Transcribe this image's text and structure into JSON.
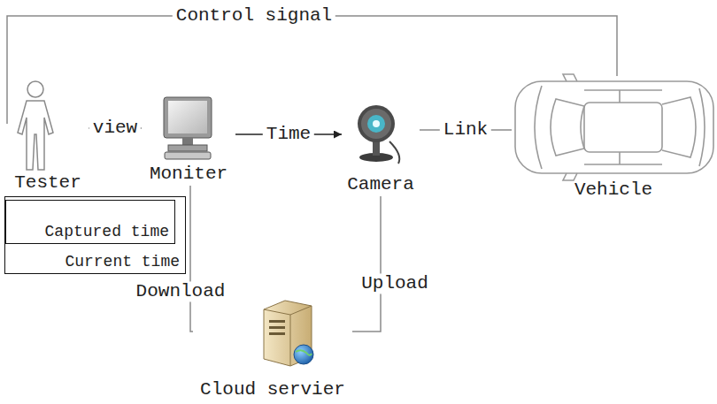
{
  "diagram": {
    "nodes": [
      {
        "text": [
          "Tester"
        ]
      },
      {
        "text": [
          "Moniter"
        ]
      },
      {
        "text": [
          "Camera"
        ]
      },
      {
        "text": [
          "Vehicle"
        ]
      },
      {
        "text": [
          "Current time"
        ]
      },
      {
        "text": [
          "Captured time"
        ],
        "in": 4
      },
      {
        "text": [
          "Cloud servier"
        ]
      }
    ],
    "edges": [
      {
        "from": 0,
        "to": 3,
        "arrow": "none",
        "label": "Control signal"
      },
      {
        "from": 0,
        "to": 1,
        "arrow": "none",
        "label": "view"
      },
      {
        "from": 1,
        "to": 2,
        "arrow": "to",
        "label": "Time"
      },
      {
        "from": 2,
        "to": 3,
        "arrow": "none",
        "label": "Link"
      },
      {
        "from": 2,
        "to": 6,
        "arrow": "none",
        "label": "Upload"
      },
      {
        "from": 6,
        "to": 1,
        "arrow": "none",
        "label": "Download"
      }
    ]
  }
}
